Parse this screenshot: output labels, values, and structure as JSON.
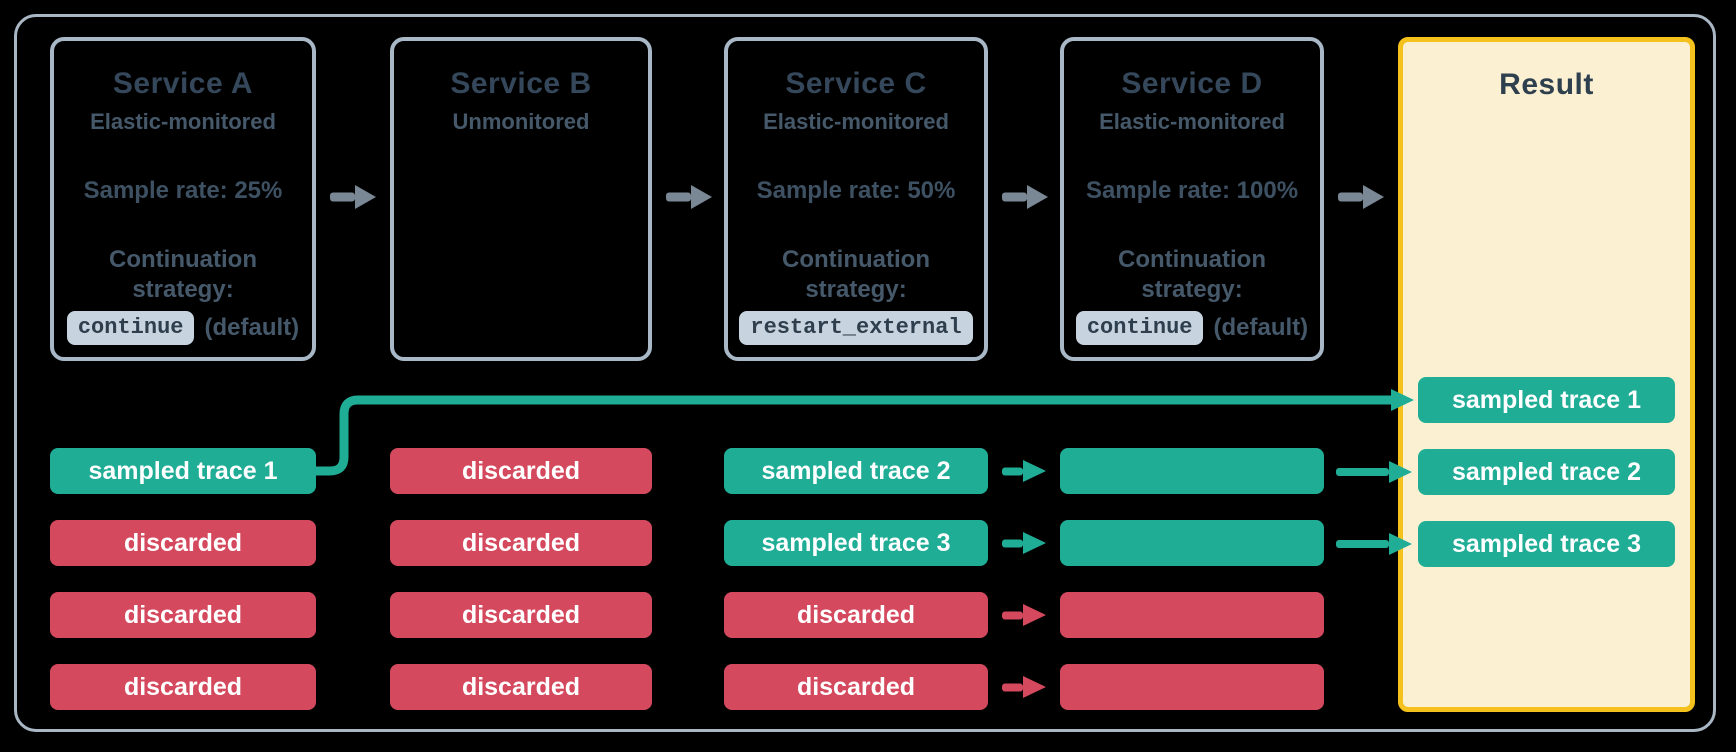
{
  "palette": {
    "background": "#000000",
    "outer_border": "#A9B6C4",
    "box_border": "#A9B8C7",
    "title_text": "#35475A",
    "body_text": "#46596B",
    "code_chip_bg": "#C7D3DF",
    "code_chip_text": "#2E3E4C",
    "arrow_gray": "#7A8794",
    "sampled_teal": "#1FAD96",
    "discarded_red": "#D4495E",
    "result_border": "#F5C21D",
    "result_bg": "#FBF0D2",
    "chip_text": "#FFFFFF"
  },
  "services": [
    {
      "title": "Service A",
      "monitoring": "Elastic-monitored",
      "sample_rate": "Sample rate: 25%",
      "continuation_line1": "Continuation",
      "continuation_line2": "strategy:",
      "strategy_code": "continue",
      "strategy_suffix": "(default)"
    },
    {
      "title": "Service B",
      "monitoring": "Unmonitored"
    },
    {
      "title": "Service C",
      "monitoring": "Elastic-monitored",
      "sample_rate": "Sample rate: 50%",
      "continuation_line1": "Continuation",
      "continuation_line2": "strategy:",
      "strategy_code": "restart_external",
      "strategy_suffix": ""
    },
    {
      "title": "Service D",
      "monitoring": "Elastic-monitored",
      "sample_rate": "Sample rate: 100%",
      "continuation_line1": "Continuation",
      "continuation_line2": "strategy:",
      "strategy_code": "continue",
      "strategy_suffix": "(default)"
    }
  ],
  "columns": [
    {
      "service": "Service A",
      "chips": [
        {
          "label": "sampled trace 1",
          "type": "sampled"
        },
        {
          "label": "discarded",
          "type": "discarded"
        },
        {
          "label": "discarded",
          "type": "discarded"
        },
        {
          "label": "discarded",
          "type": "discarded"
        }
      ]
    },
    {
      "service": "Service B",
      "chips": [
        {
          "label": "discarded",
          "type": "discarded"
        },
        {
          "label": "discarded",
          "type": "discarded"
        },
        {
          "label": "discarded",
          "type": "discarded"
        },
        {
          "label": "discarded",
          "type": "discarded"
        }
      ]
    },
    {
      "service": "Service C",
      "chips": [
        {
          "label": "sampled trace 2",
          "type": "sampled"
        },
        {
          "label": "sampled trace 3",
          "type": "sampled"
        },
        {
          "label": "discarded",
          "type": "discarded"
        },
        {
          "label": "discarded",
          "type": "discarded"
        }
      ]
    },
    {
      "service": "Service D",
      "chips": [
        {
          "label": "",
          "type": "sampled"
        },
        {
          "label": "",
          "type": "sampled"
        },
        {
          "label": "",
          "type": "discarded"
        },
        {
          "label": "",
          "type": "discarded"
        }
      ]
    }
  ],
  "result": {
    "title": "Result",
    "chips": [
      {
        "label": "sampled trace 1",
        "type": "sampled"
      },
      {
        "label": "sampled trace 2",
        "type": "sampled"
      },
      {
        "label": "sampled trace 3",
        "type": "sampled"
      }
    ]
  }
}
